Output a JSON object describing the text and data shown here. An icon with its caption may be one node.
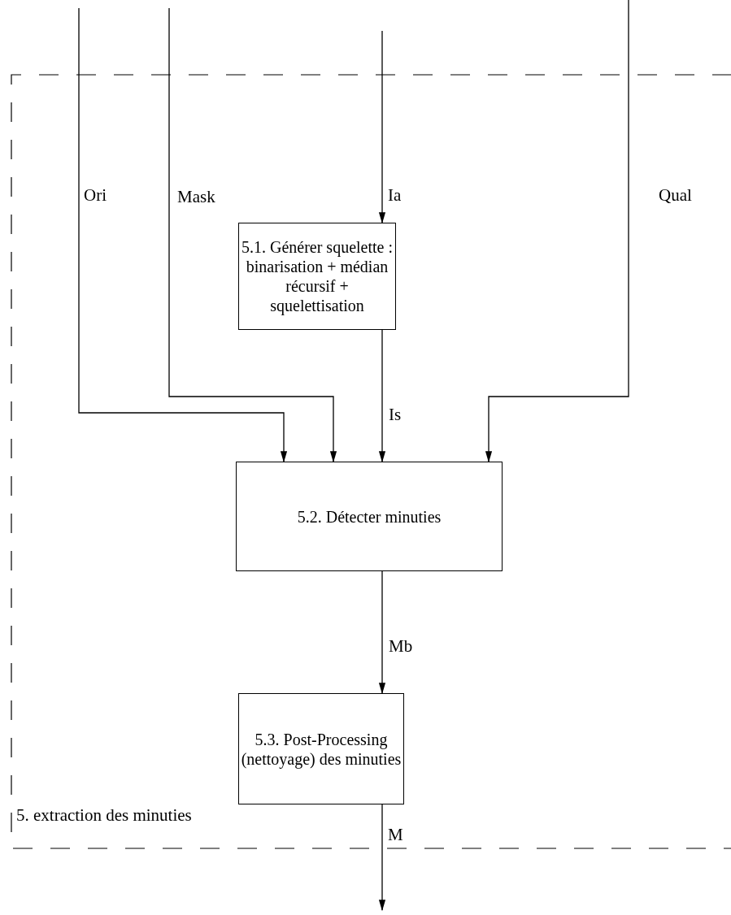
{
  "diagram": {
    "nodes": [
      {
        "text": [
          "5. extraction des minuties"
        ]
      },
      {
        "text": [
          "5.1. Générer squelette : binarisation + médian récursif + squelettisation"
        ],
        "in": 0
      },
      {
        "text": [
          "5.2. Détecter minuties"
        ],
        "in": 0
      },
      {
        "text": [
          "5.3. Post-Processing (nettoyage) des minuties"
        ],
        "in": 0
      }
    ],
    "edges": [
      {
        "from": null,
        "to": 2,
        "arrow": "to",
        "label": "Ori"
      },
      {
        "from": null,
        "to": 2,
        "arrow": "to",
        "label": "Mask"
      },
      {
        "from": null,
        "to": 1,
        "arrow": "to",
        "label": "Ia"
      },
      {
        "from": null,
        "to": 2,
        "arrow": "to",
        "label": "Qual"
      },
      {
        "from": 1,
        "to": 2,
        "arrow": "to",
        "label": "Is"
      },
      {
        "from": 2,
        "to": 3,
        "arrow": "to",
        "label": "Mb"
      },
      {
        "from": 3,
        "to": null,
        "arrow": "to",
        "label": "M"
      }
    ]
  }
}
